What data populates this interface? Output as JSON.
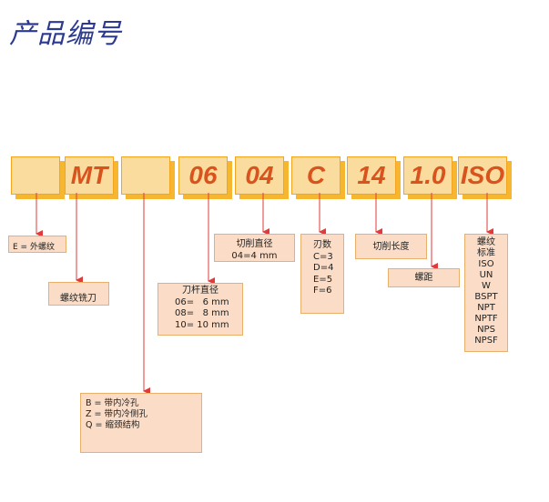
{
  "title": "产品编号",
  "code_segments": [
    "",
    "MT",
    "",
    "06",
    "04",
    "C",
    "14",
    "1.0",
    "ISO"
  ],
  "descriptions": {
    "external_thread": "E = 外螺纹",
    "thread_mill": "螺纹铣刀",
    "coolant": [
      "B = 带内冷孔",
      "Z = 带内冷侧孔",
      "Q = 缩颈结构"
    ],
    "shank_diameter": [
      "刀杆直径",
      "06=   6 mm",
      "08=   8 mm",
      "10= 10 mm"
    ],
    "cutting_diameter": [
      "切削直径",
      "04=4 mm"
    ],
    "flutes": [
      "刃数",
      "C=3",
      "D=4",
      "E=5",
      "F=6"
    ],
    "cutting_length": "切削长度",
    "pitch": "螺距",
    "thread_standard": [
      "螺纹",
      "标准",
      "ISO",
      "UN",
      "W",
      "BSPT",
      "NPT",
      "NPTF",
      "NPS",
      "NPSF"
    ]
  },
  "colors": {
    "box_fill": "#fbdc9f",
    "box_shadow": "#f6b630",
    "code_text": "#d9531e",
    "desc_fill": "#fbdcc6",
    "arrow": "#e03a3a",
    "title": "#2b3a8f"
  }
}
